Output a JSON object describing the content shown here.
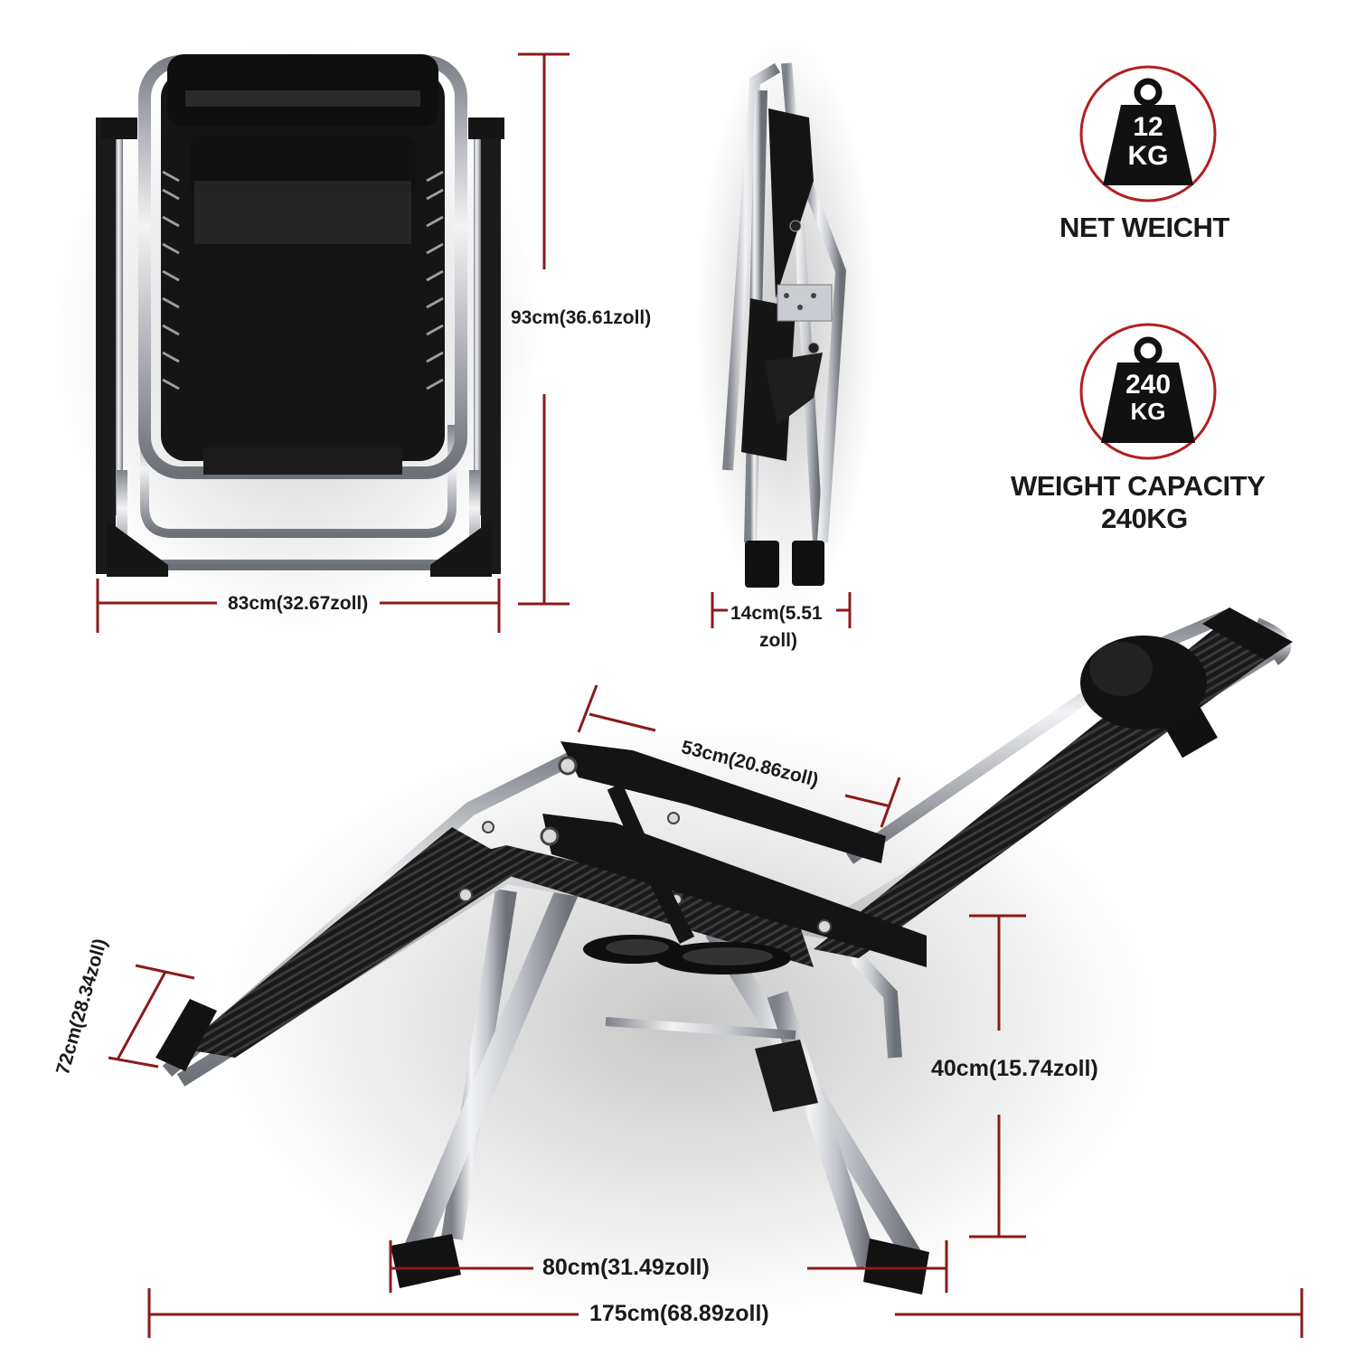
{
  "badges": {
    "net": {
      "value": "12",
      "unit": "KG",
      "caption": "NET WEICHT"
    },
    "capacity": {
      "value": "240",
      "unit": "KG",
      "caption_line1": "WEIGHT CAPACITY",
      "caption_line2": "240KG"
    }
  },
  "dimensions": {
    "folded_height": "93cm(36.61zoll)",
    "folded_width": "83cm(32.67zoll)",
    "folded_depth_line1": "14cm(5.51",
    "folded_depth_line2": "zoll)",
    "armrest_length": "53cm(20.86zoll)",
    "footrest_width": "72cm(28.34zoll)",
    "seat_height": "40cm(15.74zoll)",
    "base_width": "80cm(31.49zoll)",
    "total_length": "175cm(68.89zoll)"
  },
  "colors": {
    "dimension_line": "#8b1a1a",
    "badge_ring": "#b0201e",
    "badge_fill": "#111111",
    "frame": "#b8bcc2",
    "fabric": "#141414"
  },
  "icons": [
    "weight-icon"
  ]
}
